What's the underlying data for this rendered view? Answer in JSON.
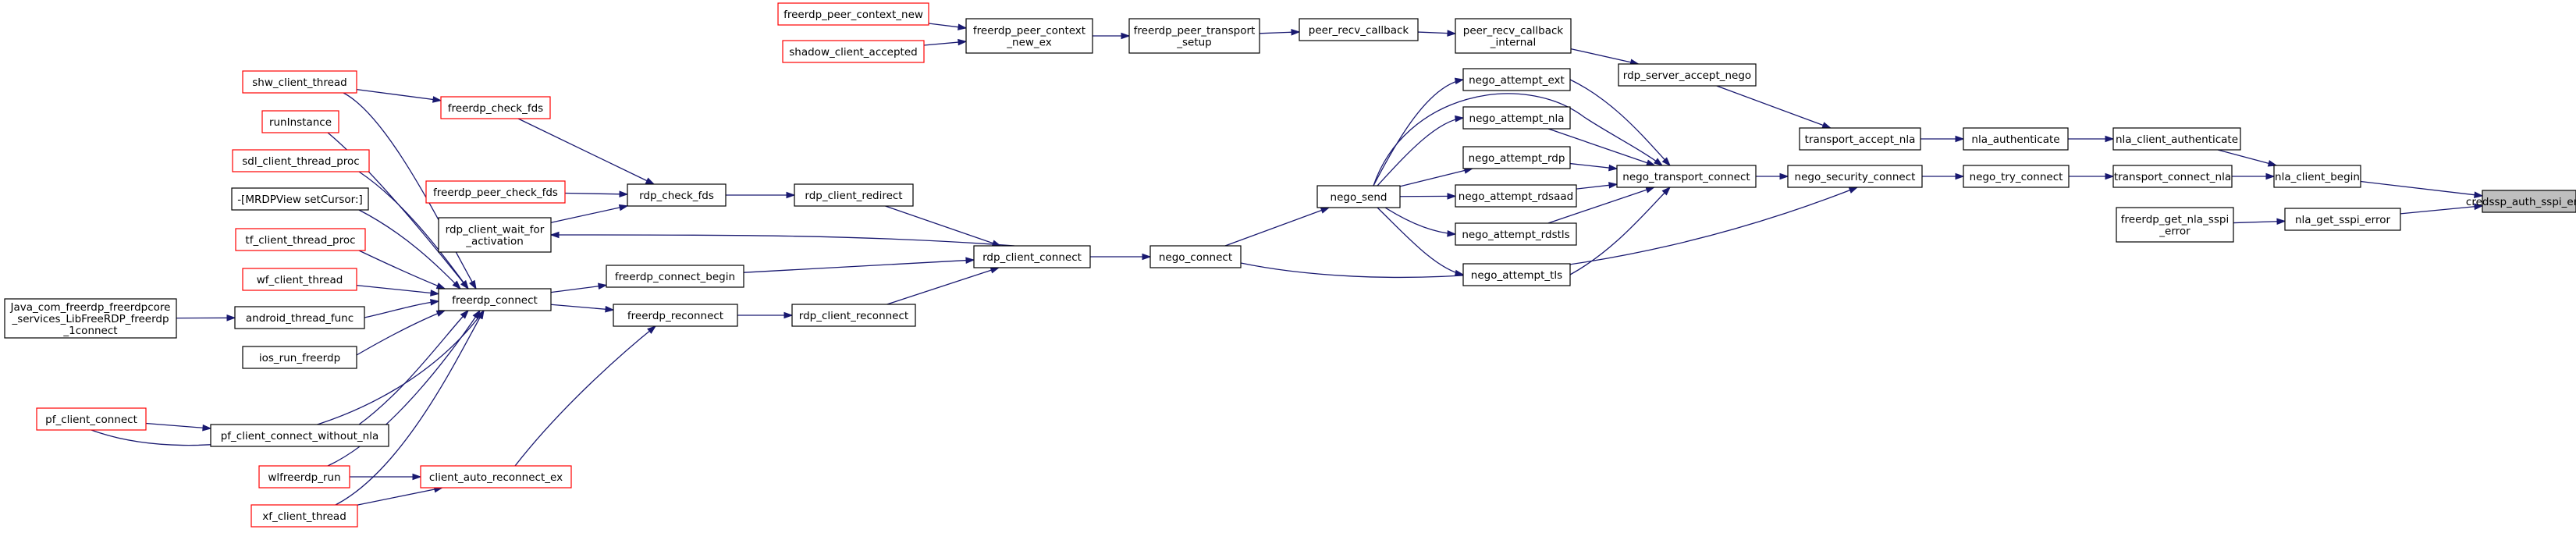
{
  "graph": {
    "nodes": {
      "root": [
        "credssp_auth_sspi_error"
      ],
      "nla_client_begin": [
        "nla_client_begin"
      ],
      "nla_get_sspi_error": [
        "nla_get_sspi_error"
      ],
      "nla_client_authenticate": [
        "nla_client_authenticate"
      ],
      "transport_connect_nla": [
        "transport_connect_nla"
      ],
      "freerdp_get_nla_sspi_error": [
        "freerdp_get_nla_sspi",
        "_error"
      ],
      "nla_authenticate": [
        "nla_authenticate"
      ],
      "nego_try_connect": [
        "nego_try_connect"
      ],
      "transport_accept_nla": [
        "transport_accept_nla"
      ],
      "nego_security_connect": [
        "nego_security_connect"
      ],
      "rdp_server_accept_nego": [
        "rdp_server_accept_nego"
      ],
      "nego_transport_connect": [
        "nego_transport_connect"
      ],
      "peer_recv_callback_internal": [
        "peer_recv_callback",
        "_internal"
      ],
      "nego_attempt_ext": [
        "nego_attempt_ext"
      ],
      "nego_attempt_nla": [
        "nego_attempt_nla"
      ],
      "nego_attempt_rdp": [
        "nego_attempt_rdp"
      ],
      "nego_attempt_rdsaad": [
        "nego_attempt_rdsaad"
      ],
      "nego_attempt_rdstls": [
        "nego_attempt_rdstls"
      ],
      "nego_attempt_tls": [
        "nego_attempt_tls"
      ],
      "peer_recv_callback": [
        "peer_recv_callback"
      ],
      "nego_send": [
        "nego_send"
      ],
      "freerdp_peer_transport_setup": [
        "freerdp_peer_transport",
        "_setup"
      ],
      "nego_connect": [
        "nego_connect"
      ],
      "freerdp_peer_context_new_ex": [
        "freerdp_peer_context",
        "_new_ex"
      ],
      "rdp_client_connect": [
        "rdp_client_connect"
      ],
      "freerdp_peer_context_new": [
        "freerdp_peer_context_new"
      ],
      "shadow_client_accepted": [
        "shadow_client_accepted"
      ],
      "rdp_client_redirect": [
        "rdp_client_redirect"
      ],
      "freerdp_connect_begin": [
        "freerdp_connect_begin"
      ],
      "rdp_client_reconnect": [
        "rdp_client_reconnect"
      ],
      "rdp_check_fds": [
        "rdp_check_fds"
      ],
      "rdp_client_wait_for_activation": [
        "rdp_client_wait_for",
        "_activation"
      ],
      "freerdp_connect": [
        "freerdp_connect"
      ],
      "freerdp_reconnect": [
        "freerdp_reconnect"
      ],
      "freerdp_check_fds": [
        "freerdp_check_fds"
      ],
      "freerdp_peer_check_fds": [
        "freerdp_peer_check_fds"
      ],
      "shw_client_thread": [
        "shw_client_thread"
      ],
      "runInstance": [
        "runInstance"
      ],
      "sdl_client_thread_proc": [
        "sdl_client_thread_proc"
      ],
      "mrdpview_setcursor": [
        "-[MRDPView setCursor:]"
      ],
      "tf_client_thread_proc": [
        "tf_client_thread_proc"
      ],
      "wf_client_thread": [
        "wf_client_thread"
      ],
      "android_thread_func": [
        "android_thread_func"
      ],
      "ios_run_freerdp": [
        "ios_run_freerdp"
      ],
      "pf_client_connect_without_nla": [
        "pf_client_connect_without_nla"
      ],
      "client_auto_reconnect_ex": [
        "client_auto_reconnect_ex"
      ],
      "java_com_freerdp": [
        "Java_com_freerdp_freerdpcore",
        "_services_LibFreeRDP_freerdp",
        "_1connect"
      ],
      "pf_client_connect": [
        "pf_client_connect"
      ],
      "wlfreerdp_run": [
        "wlfreerdp_run"
      ],
      "xf_client_thread": [
        "xf_client_thread"
      ]
    },
    "truncated_nodes": [
      "freerdp_peer_context_new",
      "shadow_client_accepted",
      "shw_client_thread",
      "runInstance",
      "sdl_client_thread_proc",
      "tf_client_thread_proc",
      "wf_client_thread",
      "freerdp_check_fds",
      "freerdp_peer_check_fds",
      "pf_client_connect",
      "wlfreerdp_run",
      "client_auto_reconnect_ex",
      "xf_client_thread"
    ],
    "edges": [
      [
        "nla_client_begin",
        "root"
      ],
      [
        "nla_get_sspi_error",
        "root"
      ],
      [
        "nla_client_authenticate",
        "nla_client_begin"
      ],
      [
        "transport_connect_nla",
        "nla_client_begin"
      ],
      [
        "freerdp_get_nla_sspi_error",
        "nla_get_sspi_error"
      ],
      [
        "nla_authenticate",
        "nla_client_authenticate"
      ],
      [
        "nego_try_connect",
        "transport_connect_nla"
      ],
      [
        "transport_accept_nla",
        "nla_authenticate"
      ],
      [
        "nego_security_connect",
        "nego_try_connect"
      ],
      [
        "rdp_server_accept_nego",
        "transport_accept_nla"
      ],
      [
        "nego_transport_connect",
        "nego_security_connect"
      ],
      [
        "nego_connect",
        "nego_security_connect"
      ],
      [
        "peer_recv_callback_internal",
        "rdp_server_accept_nego"
      ],
      [
        "nego_attempt_ext",
        "nego_transport_connect"
      ],
      [
        "nego_attempt_nla",
        "nego_transport_connect"
      ],
      [
        "nego_attempt_rdp",
        "nego_transport_connect"
      ],
      [
        "nego_attempt_rdsaad",
        "nego_transport_connect"
      ],
      [
        "nego_attempt_rdstls",
        "nego_transport_connect"
      ],
      [
        "nego_attempt_tls",
        "nego_transport_connect"
      ],
      [
        "nego_send",
        "nego_transport_connect"
      ],
      [
        "peer_recv_callback",
        "peer_recv_callback_internal"
      ],
      [
        "nego_send",
        "nego_attempt_ext"
      ],
      [
        "nego_send",
        "nego_attempt_nla"
      ],
      [
        "nego_send",
        "nego_attempt_rdp"
      ],
      [
        "nego_send",
        "nego_attempt_rdsaad"
      ],
      [
        "nego_send",
        "nego_attempt_rdstls"
      ],
      [
        "nego_send",
        "nego_attempt_tls"
      ],
      [
        "nego_connect",
        "nego_send"
      ],
      [
        "freerdp_peer_transport_setup",
        "peer_recv_callback"
      ],
      [
        "rdp_client_connect",
        "nego_connect"
      ],
      [
        "freerdp_peer_context_new_ex",
        "freerdp_peer_transport_setup"
      ],
      [
        "rdp_client_redirect",
        "rdp_client_connect"
      ],
      [
        "freerdp_connect_begin",
        "rdp_client_connect"
      ],
      [
        "rdp_client_reconnect",
        "rdp_client_connect"
      ],
      [
        "rdp_client_connect",
        "rdp_client_wait_for_activation"
      ],
      [
        "freerdp_peer_context_new",
        "freerdp_peer_context_new_ex"
      ],
      [
        "shadow_client_accepted",
        "freerdp_peer_context_new_ex"
      ],
      [
        "rdp_check_fds",
        "rdp_client_redirect"
      ],
      [
        "freerdp_connect",
        "freerdp_connect_begin"
      ],
      [
        "freerdp_reconnect",
        "rdp_client_reconnect"
      ],
      [
        "freerdp_check_fds",
        "rdp_check_fds"
      ],
      [
        "freerdp_peer_check_fds",
        "rdp_check_fds"
      ],
      [
        "rdp_client_wait_for_activation",
        "rdp_check_fds"
      ],
      [
        "freerdp_connect",
        "freerdp_reconnect"
      ],
      [
        "client_auto_reconnect_ex",
        "freerdp_reconnect"
      ],
      [
        "shw_client_thread",
        "freerdp_check_fds"
      ],
      [
        "shw_client_thread",
        "freerdp_connect"
      ],
      [
        "runInstance",
        "freerdp_connect"
      ],
      [
        "sdl_client_thread_proc",
        "freerdp_connect"
      ],
      [
        "mrdpview_setcursor",
        "freerdp_connect"
      ],
      [
        "tf_client_thread_proc",
        "freerdp_connect"
      ],
      [
        "wf_client_thread",
        "freerdp_connect"
      ],
      [
        "android_thread_func",
        "freerdp_connect"
      ],
      [
        "ios_run_freerdp",
        "freerdp_connect"
      ],
      [
        "pf_client_connect",
        "freerdp_connect"
      ],
      [
        "pf_client_connect_without_nla",
        "freerdp_connect"
      ],
      [
        "wlfreerdp_run",
        "freerdp_connect"
      ],
      [
        "xf_client_thread",
        "freerdp_connect"
      ],
      [
        "java_com_freerdp",
        "android_thread_func"
      ],
      [
        "pf_client_connect",
        "pf_client_connect_without_nla"
      ],
      [
        "wlfreerdp_run",
        "client_auto_reconnect_ex"
      ],
      [
        "xf_client_thread",
        "client_auto_reconnect_ex"
      ]
    ]
  },
  "colors": {
    "edge": "#191970",
    "truncated_border": "#ff0000",
    "normal_border": "#000000",
    "root_fill": "#bfbfbf",
    "node_fill": "#ffffff"
  }
}
